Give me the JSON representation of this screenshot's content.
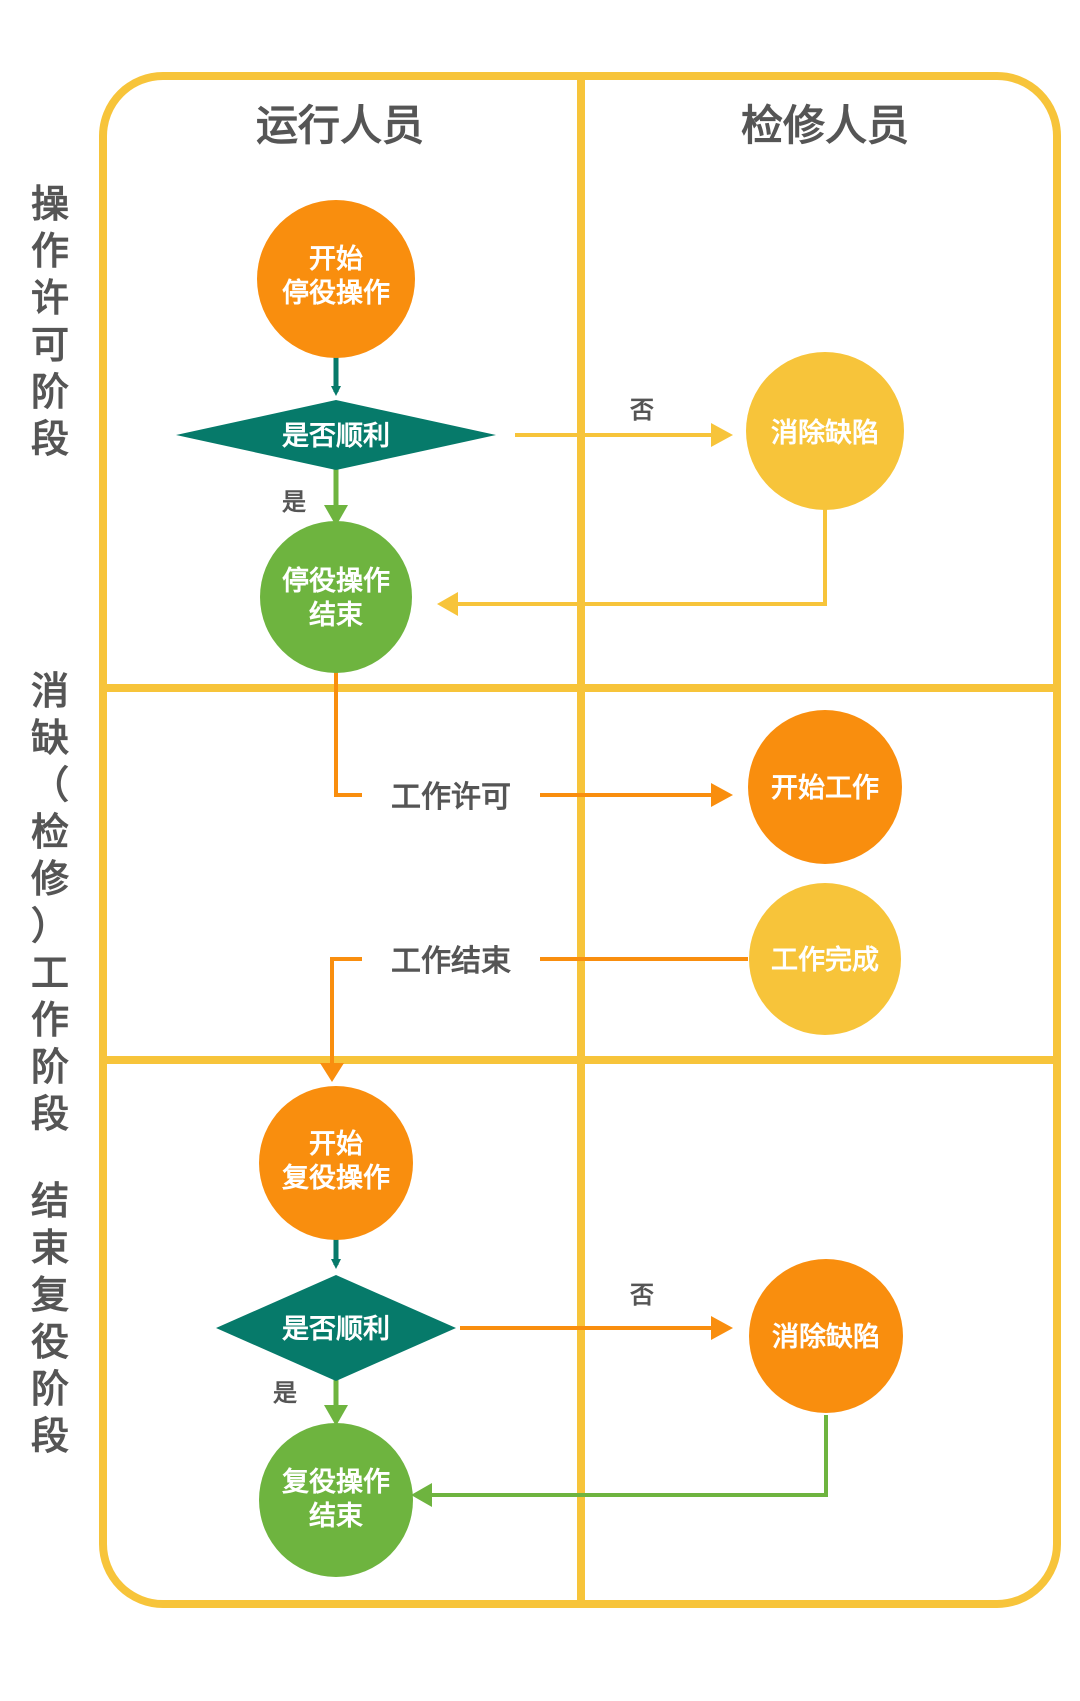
{
  "lanes": {
    "left": "运行人员",
    "right": "检修人员"
  },
  "phases": {
    "phase1": [
      "操",
      "作",
      "许",
      "可",
      "阶",
      "段"
    ],
    "phase2": [
      "消",
      "缺",
      "（",
      "检",
      "修",
      "）",
      "工",
      "作",
      "阶",
      "段"
    ],
    "phase3": [
      "结",
      "束",
      "复",
      "役",
      "阶",
      "段"
    ]
  },
  "nodes": {
    "start_outage": {
      "line1": "开始",
      "line2": "停役操作"
    },
    "decision_1": "是否顺利",
    "eliminate_defect_1": "消除缺陷",
    "outage_end": {
      "line1": "停役操作",
      "line2": "结束"
    },
    "start_work": "开始工作",
    "work_done": "工作完成",
    "start_restore": {
      "line1": "开始",
      "line2": "复役操作"
    },
    "decision_2": "是否顺利",
    "eliminate_defect_2": "消除缺陷",
    "restore_end": {
      "line1": "复役操作",
      "line2": "结束"
    }
  },
  "edges": {
    "no_1": "否",
    "yes_1": "是",
    "work_permit": "工作许可",
    "work_end": "工作结束",
    "no_2": "否",
    "yes_2": "是"
  },
  "colors": {
    "frame": "#F7C43A",
    "orange": "#F98E0E",
    "green": "#6EB43F",
    "teal": "#067A6A",
    "yellow": "#F7C43A",
    "label_gray": "#555555"
  }
}
